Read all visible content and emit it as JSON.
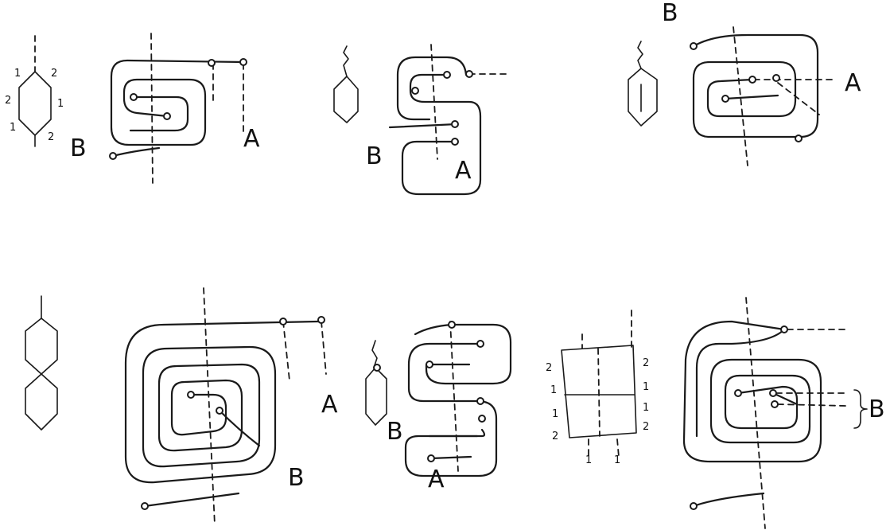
{
  "panel_labels": {
    "p1_a": "A",
    "p1_b": "B",
    "p2_a": "A",
    "p2_b": "B",
    "p3_a": "A",
    "p3_b": "B",
    "p4_a": "A",
    "p4_b": "B",
    "p5_a": "A",
    "p5_b": "B",
    "p6_b": "B"
  },
  "edge_numbers": {
    "p1_mini_1a": "1",
    "p1_mini_2a": "2",
    "p1_mini_2b": "2",
    "p1_mini_1b": "1",
    "p1_mini_1c": "1",
    "p1_mini_2c": "2",
    "p6_grid_2a": "2",
    "p6_grid_1a": "1",
    "p6_grid_1b": "1",
    "p6_grid_2b": "2",
    "p6_grid_2c": "2",
    "p6_grid_1c": "1",
    "p6_grid_1d": "1",
    "p6_grid_2d": "2",
    "p6_grid_1e": "1",
    "p6_grid_1f": "1"
  },
  "colors": {
    "ink": "#1a1a1a",
    "paper": "#ffffff"
  }
}
